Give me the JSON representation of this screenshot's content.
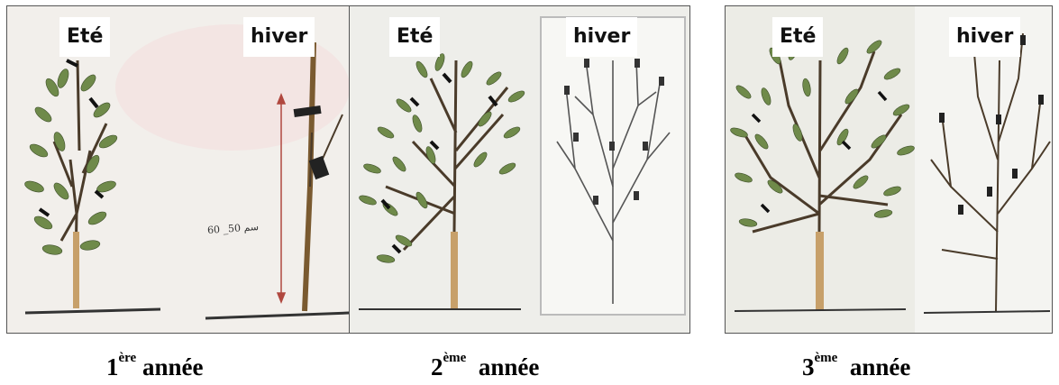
{
  "panels": [
    {
      "summer_label": "Eté",
      "winter_label": "hiver",
      "measure_label": "60 _50 سم"
    },
    {
      "summer_label": "Eté",
      "winter_label": "hiver"
    },
    {
      "summer_label": "Eté",
      "winter_label": "hiver"
    }
  ],
  "captions": [
    {
      "number": "1",
      "suffix": "ère",
      "word": "année"
    },
    {
      "number": "2",
      "suffix": "ème",
      "word": "année"
    },
    {
      "number": "3",
      "suffix": "ème",
      "word": "année"
    }
  ],
  "colors": {
    "foliage": "#6f8a4a",
    "trunk": "#c7a06a",
    "branch": "#4a3b2a",
    "arrow": "#b0483f"
  }
}
